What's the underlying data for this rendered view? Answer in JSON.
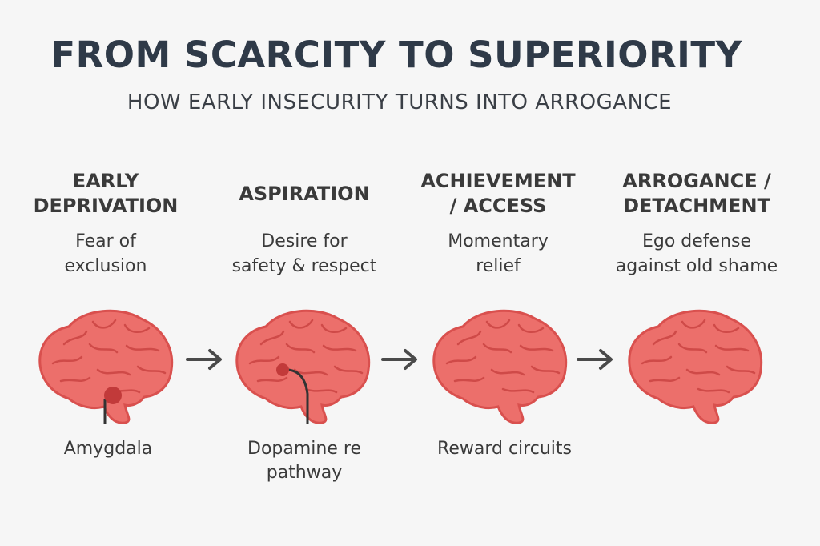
{
  "header": {
    "title": "FROM SCARCITY TO SUPERIORITY",
    "subtitle": "HOW EARLY INSECURITY TURNS INTO ARROGANCE"
  },
  "stages": [
    {
      "title": "EARLY\nDEPRIVATION",
      "description": "Fear of\nexclusion",
      "region_label": "Amygdala",
      "marker": true
    },
    {
      "title": "ASPIRATION",
      "description": "Desire for\nsafety & respect",
      "region_label": "Dopamine re\npathway",
      "marker": true
    },
    {
      "title": "ACHIEVEMENT\n/ ACCESS",
      "description": "Momentary\nrelief",
      "region_label": "Reward circuits",
      "marker": false
    },
    {
      "title": "ARROGANCE /\nDETACHMENT",
      "description": "Ego defense\nagainst old shame",
      "region_label": "",
      "marker": false
    }
  ],
  "icons": {
    "brain": "brain-icon",
    "arrow": "arrow-right-icon",
    "marker": "region-marker-icon"
  },
  "colors": {
    "brain_fill": "#ec6f6b",
    "brain_outline": "#d9504e",
    "brain_folds": "#cf4a48",
    "marker": "#c23a3a",
    "arrow": "#4a4a4a",
    "title": "#2f3a48"
  }
}
